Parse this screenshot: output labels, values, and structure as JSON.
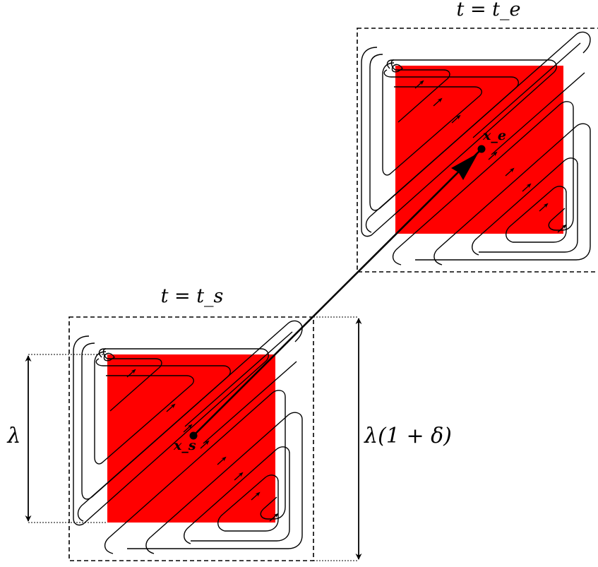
{
  "diagram": {
    "start_label": "t = t_s",
    "end_label": "t = t_e",
    "start_point_label": "x_s",
    "end_point_label": "x_e",
    "lambda_label": "λ",
    "lambda_delta_label": "λ(1 + δ)",
    "colors": {
      "region_fill": "#ff0000",
      "stroke": "#000000",
      "background": "#ffffff"
    }
  }
}
